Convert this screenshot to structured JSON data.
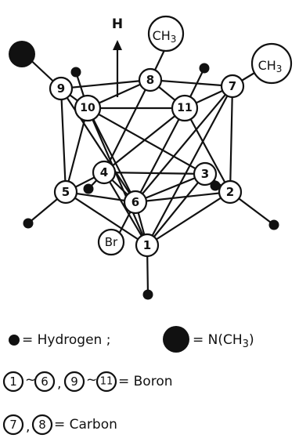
{
  "diagram": {
    "arrow_label": "H",
    "substituents": {
      "ch3_left": "CH",
      "ch3_left_sub": "3",
      "ch3_right": "CH",
      "ch3_right_sub": "3",
      "br": "Br"
    },
    "atoms": [
      "1",
      "2",
      "3",
      "4",
      "5",
      "6",
      "7",
      "8",
      "9",
      "10",
      "11"
    ]
  },
  "legend": {
    "hydrogen_text": "= Hydrogen ;",
    "nme3_text": "= N(CH",
    "nme3_sub": "3",
    "nme3_close": ")",
    "boron_range_a_start": "1",
    "boron_range_a_end": "6",
    "boron_range_b_start": "9",
    "boron_range_b_end": "11",
    "tilde": "~",
    "comma": ",",
    "boron_text": "= Boron",
    "carbon_a": "7",
    "carbon_b": "8",
    "carbon_text": "= Carbon"
  }
}
